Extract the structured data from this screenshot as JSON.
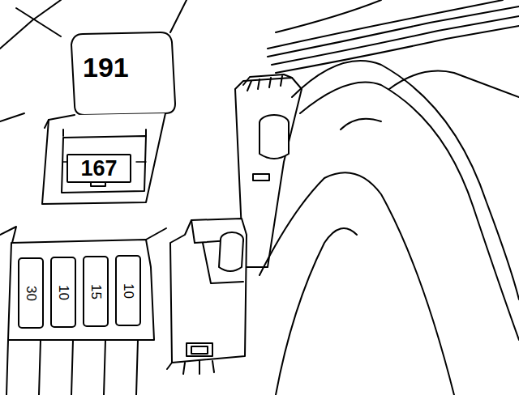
{
  "diagram": {
    "nodes": [
      {
        "text": [
          "191"
        ]
      },
      {
        "text": [
          "167"
        ],
        "in": 0
      },
      {
        "text": [
          "30"
        ]
      },
      {
        "text": [
          "10"
        ]
      },
      {
        "text": [
          "15"
        ]
      },
      {
        "text": [
          "10"
        ]
      }
    ]
  }
}
